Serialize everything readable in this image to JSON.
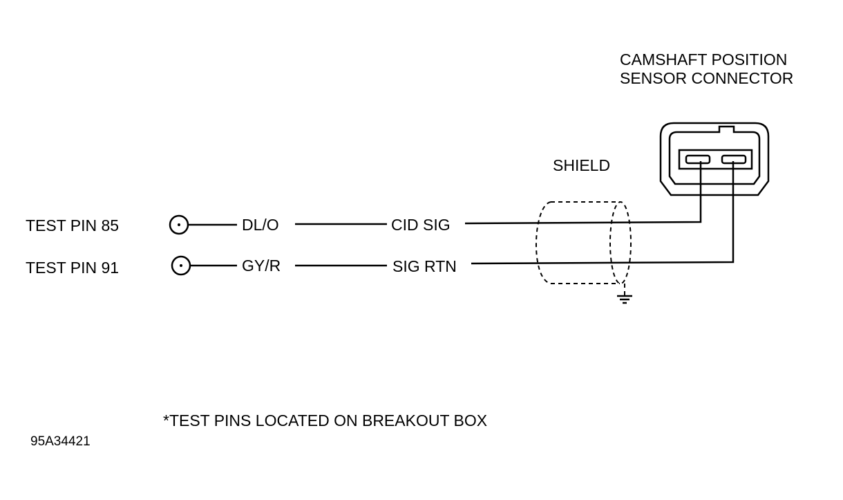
{
  "connector": {
    "title_line1": "CAMSHAFT POSITION",
    "title_line2": "SENSOR CONNECTOR"
  },
  "shield_label": "SHIELD",
  "circuits": [
    {
      "test_pin": "TEST PIN 85",
      "wire_color": "DL/O",
      "signal": "CID SIG"
    },
    {
      "test_pin": "TEST PIN 91",
      "wire_color": "GY/R",
      "signal": "SIG RTN"
    }
  ],
  "footnote": "*TEST PINS LOCATED ON BREAKOUT BOX",
  "figure_id": "95A34421"
}
